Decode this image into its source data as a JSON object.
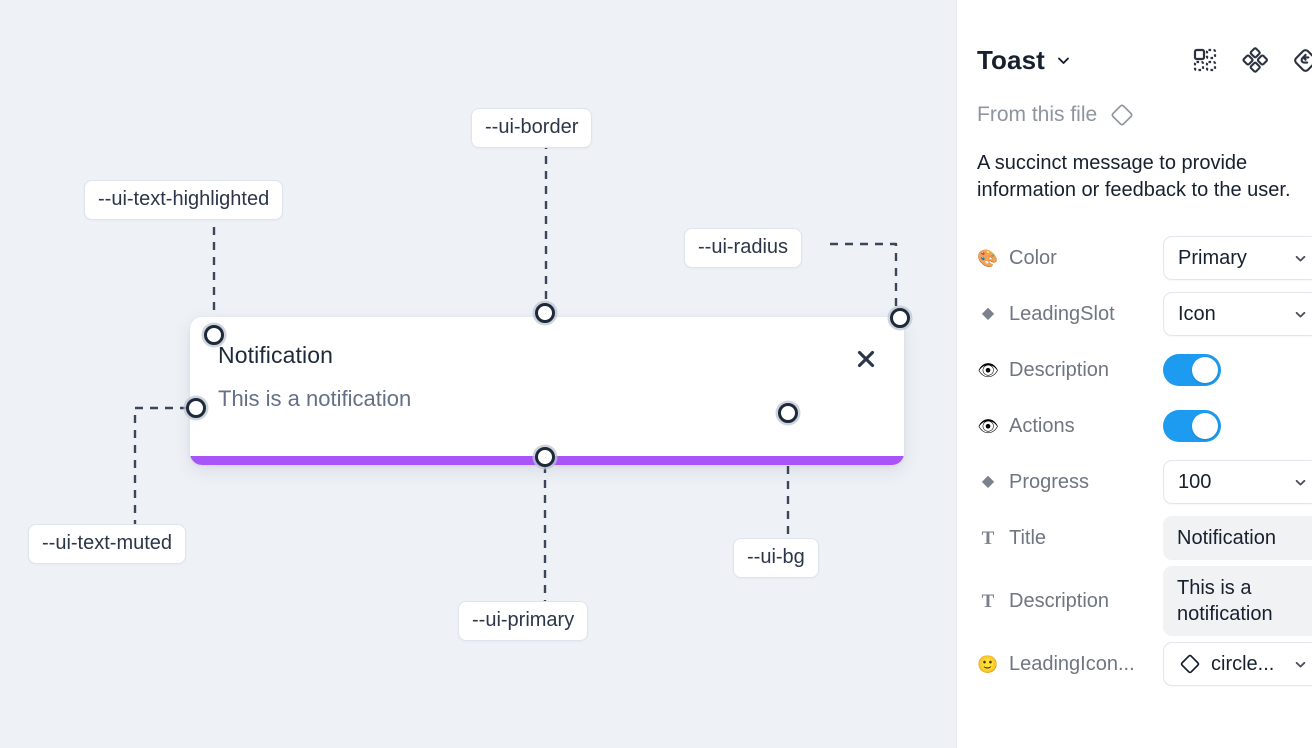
{
  "canvas": {
    "toast": {
      "title": "Notification",
      "description": "This is a notification",
      "close_icon": "close-icon",
      "progress_color": "#a855f7",
      "background": "#ffffff"
    },
    "annotations": [
      {
        "id": "ui-text-highlighted",
        "label": "--ui-text-highlighted"
      },
      {
        "id": "ui-border",
        "label": "--ui-border"
      },
      {
        "id": "ui-radius",
        "label": "--ui-radius"
      },
      {
        "id": "ui-text-muted",
        "label": "--ui-text-muted"
      },
      {
        "id": "ui-bg",
        "label": "--ui-bg"
      },
      {
        "id": "ui-primary",
        "label": "--ui-primary"
      }
    ],
    "background": "#eef2f7"
  },
  "panel": {
    "title": "Toast",
    "title_caret_icon": "chevron-down-icon",
    "header_actions": [
      {
        "name": "components-grid-icon"
      },
      {
        "name": "variants-diamond-icon"
      },
      {
        "name": "reset-diamond-icon"
      }
    ],
    "from_file_label": "From this file",
    "from_file_icon": "diamond-icon",
    "description": "A succinct message to provide information or feedback to the user.",
    "properties": [
      {
        "id": "color",
        "icon": "palette-icon",
        "icon_glyph": "🎨",
        "label": "Color",
        "control": "select",
        "value": "Primary"
      },
      {
        "id": "leadingslot",
        "icon": "diamond-icon",
        "icon_glyph": "◆",
        "label": "LeadingSlot",
        "control": "select",
        "value": "Icon"
      },
      {
        "id": "description",
        "icon": "eye-icon",
        "icon_glyph": "👁",
        "label": "Description",
        "control": "toggle",
        "value": "on"
      },
      {
        "id": "actions",
        "icon": "eye-icon",
        "icon_glyph": "👁",
        "label": "Actions",
        "control": "toggle",
        "value": "on"
      },
      {
        "id": "progress",
        "icon": "diamond-icon",
        "icon_glyph": "◆",
        "label": "Progress",
        "control": "select",
        "value": "100"
      },
      {
        "id": "title",
        "icon": "text-icon",
        "icon_glyph": "T",
        "label": "Title",
        "control": "textfield",
        "value": "Notification"
      },
      {
        "id": "desc-text",
        "icon": "text-icon",
        "icon_glyph": "T",
        "label": "Description",
        "control": "textfield",
        "value": "This is a notification"
      },
      {
        "id": "leadingicon",
        "icon": "smiley-icon",
        "icon_glyph": "🙂",
        "label": "LeadingIcon...",
        "control": "select-icon",
        "value": "circle..."
      }
    ],
    "accent_toggle_color": "#1d9bf0"
  }
}
